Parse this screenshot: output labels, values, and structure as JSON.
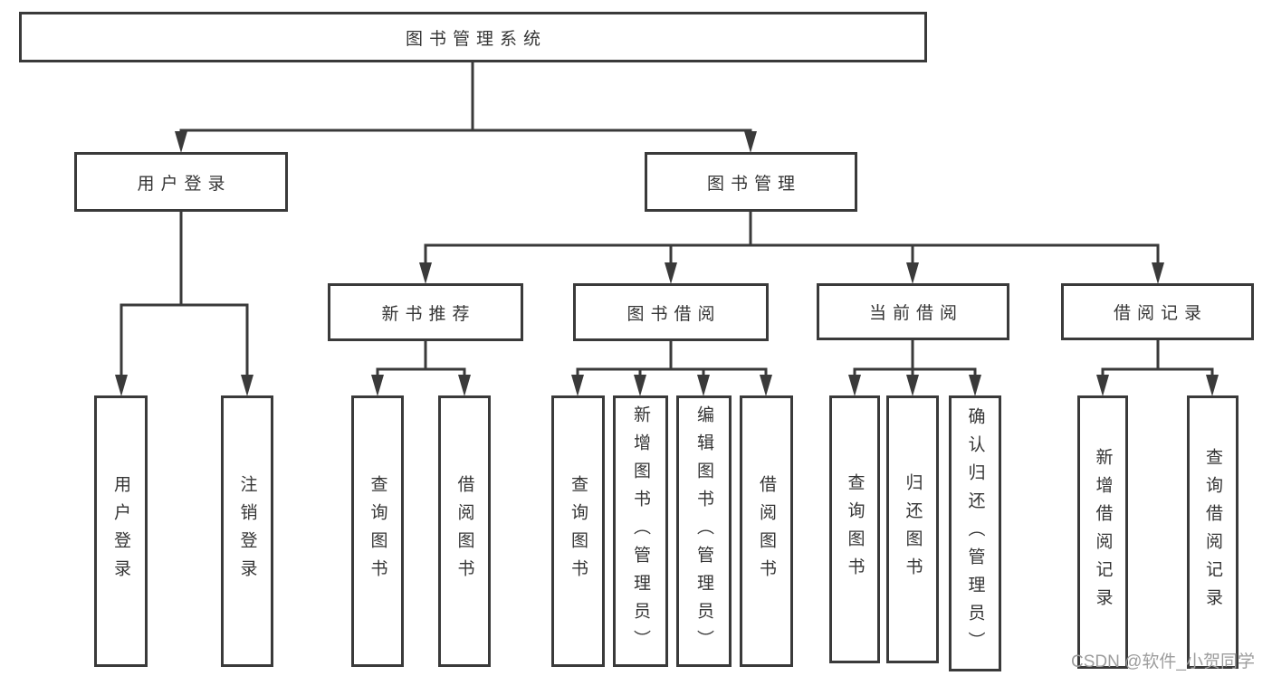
{
  "colors": {
    "line": "#3a3a3a",
    "box_border": "#3a3a3a",
    "box_background": "#ffffff",
    "text": "#353535",
    "watermark": "#9d9d9d",
    "page_background": "#ffffff"
  },
  "watermark": {
    "text": "CSDN @软件_小贺同学"
  },
  "tree": {
    "root": {
      "label": "图书管理系统"
    },
    "children": [
      {
        "label": "用户登录",
        "children": [
          {
            "label": "用户登录"
          },
          {
            "label": "注销登录"
          }
        ]
      },
      {
        "label": "图书管理",
        "children": [
          {
            "label": "新书推荐",
            "children": [
              {
                "label": "查询图书"
              },
              {
                "label": "借阅图书"
              }
            ]
          },
          {
            "label": "图书借阅",
            "children": [
              {
                "label": "查询图书"
              },
              {
                "label": "新增图书（管理员）"
              },
              {
                "label": "编辑图书（管理员）"
              },
              {
                "label": "借阅图书"
              }
            ]
          },
          {
            "label": "当前借阅",
            "children": [
              {
                "label": "查询图书"
              },
              {
                "label": "归还图书"
              },
              {
                "label": "确认归还（管理员）"
              }
            ]
          },
          {
            "label": "借阅记录",
            "children": [
              {
                "label": "新增借阅记录"
              },
              {
                "label": "查询借阅记录"
              }
            ]
          }
        ]
      }
    ]
  }
}
